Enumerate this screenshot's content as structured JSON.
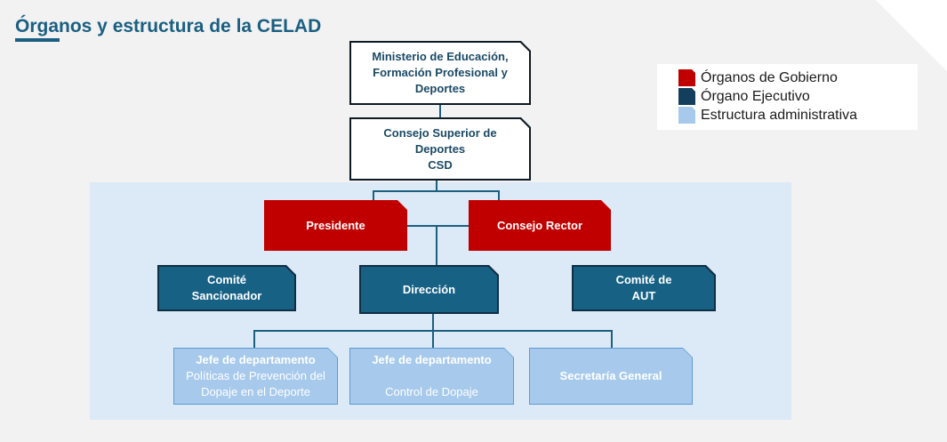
{
  "title": "Órganos y estructura de la CELAD",
  "colors": {
    "title": "#1a5f82",
    "gobierno": "#c00000",
    "ejecutivo": "#176185",
    "administrativa": "#a7c9ec",
    "panel": "#dce9f6"
  },
  "legend": {
    "items": [
      {
        "label": "Órganos de Gobierno",
        "color": "#c00000"
      },
      {
        "label": "Órgano Ejecutivo",
        "color": "#133f5c"
      },
      {
        "label": "Estructura administrativa",
        "color": "#a7c9ec"
      }
    ]
  },
  "nodes": {
    "ministerio": {
      "lines": [
        "Ministerio de Educación,",
        "Formación Profesional y",
        "Deportes"
      ]
    },
    "csd": {
      "lines": [
        "Consejo Superior de",
        "Deportes",
        "CSD"
      ]
    },
    "presidente": {
      "lines": [
        "Presidente"
      ]
    },
    "consejo_rector": {
      "lines": [
        "Consejo Rector"
      ]
    },
    "comite_sancionador": {
      "lines": [
        "Comité",
        "Sancionador"
      ]
    },
    "direccion": {
      "lines": [
        "Dirección"
      ]
    },
    "comite_aut": {
      "lines": [
        "Comité de",
        "AUT"
      ]
    },
    "jefe_politicas": {
      "heading": "Jefe de departamento",
      "lines": [
        "Políticas de Prevención del",
        "Dopaje en el Deporte"
      ]
    },
    "jefe_control": {
      "heading": "Jefe de departamento",
      "lines": [
        "",
        "Control de Dopaje"
      ]
    },
    "secretaria": {
      "lines": [
        "Secretaría General"
      ]
    }
  }
}
